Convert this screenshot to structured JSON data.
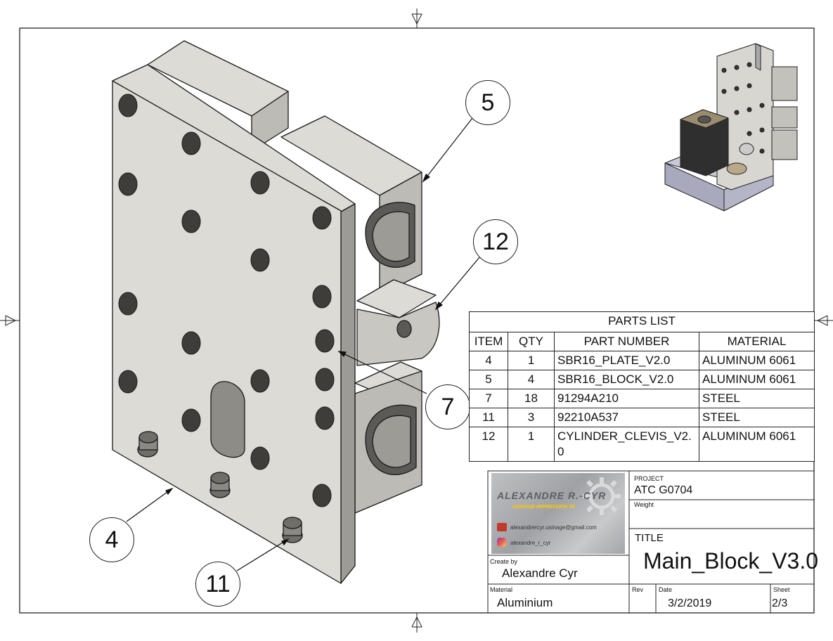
{
  "callouts": [
    {
      "id": "c5",
      "label": "5"
    },
    {
      "id": "c12",
      "label": "12"
    },
    {
      "id": "c7",
      "label": "7"
    },
    {
      "id": "c4",
      "label": "4"
    },
    {
      "id": "c11",
      "label": "11"
    }
  ],
  "parts_list": {
    "title": "PARTS LIST",
    "headers": [
      "ITEM",
      "QTY",
      "PART NUMBER",
      "MATERIAL"
    ],
    "rows": [
      [
        "4",
        "1",
        "SBR16_PLATE_V2.0",
        "ALUMINUM 6061"
      ],
      [
        "5",
        "4",
        "SBR16_BLOCK_V2.0",
        "ALUMINUM 6061"
      ],
      [
        "7",
        "18",
        "91294A210",
        "STEEL"
      ],
      [
        "11",
        "3",
        "92210A537",
        "STEEL"
      ],
      [
        "12",
        "1",
        "CYLINDER_CLEVIS_V2.0",
        "ALUMINUM 6061"
      ]
    ]
  },
  "logo": {
    "name": "ALEXANDRE R.-CYR",
    "subtitle": "USINAGE-IMPRESSION 3D",
    "email": "alexandrercyr.usinage@gmail.com",
    "instagram": "alexandre_r_cyr"
  },
  "title_block": {
    "project_label": "PROJECT",
    "project": "ATC G0704",
    "weight_label": "Weight",
    "title_label": "TITLE",
    "title": "Main_Block_V3.0",
    "created_by_label": "Create by",
    "created_by": "Alexandre Cyr",
    "material_label": "Material",
    "material": "Aluminium",
    "rev_label": "Rev",
    "date_label": "Date",
    "date": "3/2/2019",
    "sheet_label": "Sheet",
    "sheet": "2/3"
  },
  "colors": {
    "part_face": "#dcdbd6",
    "part_side": "#bcbbb5",
    "part_dark": "#9c9b95",
    "line": "#222222"
  }
}
